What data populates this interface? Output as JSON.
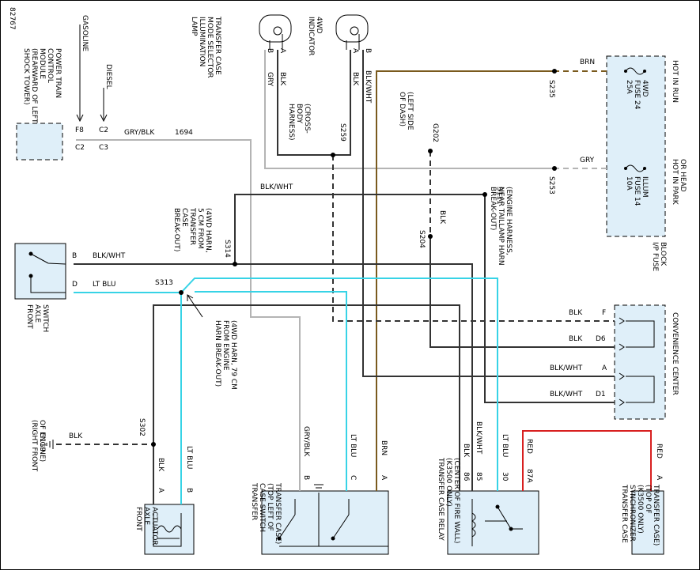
{
  "figure_id": "82767",
  "components": {
    "pcm": [
      "POWER TRAIN",
      "CONTROL",
      "MODULE",
      "(REARWARD OF LEFT",
      "SHOCK TOWER)"
    ],
    "illum_lamp": [
      "TRANSFER CASE",
      "MODE SELECTOR",
      "ILLUMINATION",
      "LAMP"
    ],
    "indicator_4wd": [
      "4WD",
      "INDICATOR"
    ],
    "ip_fuse_block": [
      "I/P FUSE",
      "BLOCK"
    ],
    "hot_in_run": [
      "HOT IN RUN"
    ],
    "hot_in_park": [
      "HOT IN PARK",
      "OR HEAD"
    ],
    "fuse_24": [
      "4WD",
      "FUSE 24",
      "25A"
    ],
    "fuse_14": [
      "ILLUM",
      "FUSE 14",
      "10A"
    ],
    "front_axle_switch": [
      "FRONT",
      "AXLE",
      "SWITCH"
    ],
    "convenience_center": [
      "CONVENIENCE CENTER"
    ],
    "front_axle_actuator": [
      "FRONT",
      "AXLE",
      "ACTUATOR"
    ],
    "tc_switch": [
      "TRANSFER",
      "CASE SWITCH",
      "(TOP LEFT OF",
      "TRANSFER CASE)"
    ],
    "tc_relay": [
      "TRANSFER CASE RELAY",
      "(K3500 ONLY)",
      "(CENTER OF FIRE WALL)"
    ],
    "tc_sync": [
      "TRANSFER CASE",
      "SYNCHRONIZER",
      "(K3500 ONLY)",
      "(TOP OF",
      "TRANSFER CASE)"
    ]
  },
  "splices": {
    "s259": "S259",
    "s259_note": [
      "(CROSS-",
      "BODY",
      "HARNESS)"
    ],
    "s235": "S235",
    "s253": "S253",
    "g202": "G202",
    "g202_note": [
      "(LEFT SIDE",
      "OF DASH)"
    ],
    "s204": "S204",
    "s111": "S111",
    "s111_note": [
      "(ENGINE HARNESS,",
      "NEAR TAILLAMP HARN",
      "BREAK-OUT)"
    ],
    "s314": "S314",
    "s314_note": [
      "(4WD HARN,",
      "5 CM FROM",
      "TRANSFER",
      "CASE",
      "BREAK-OUT)"
    ],
    "s313": "S313",
    "s313_note": [
      "(4WD HARN, 79 CM",
      "FROM ENGINE",
      "HARN BREAK-OUT)"
    ],
    "s302": "S302",
    "g119": "G119",
    "g119_note": [
      "(RIGHT FRONT",
      "OF ENGINE)"
    ]
  },
  "wires": {
    "gasoline": "GASOLINE",
    "diesel": "DIESEL",
    "f8": "F8",
    "c2a": "C2",
    "c2b": "C2",
    "c3": "C3",
    "gry_blk": "GRY/BLK",
    "circuit_1694": "1694",
    "blk_wht": "BLK/WHT",
    "brn": "BRN",
    "gry": "GRY",
    "blk": "BLK",
    "lt_blu": "LT BLU",
    "red": "RED",
    "pin_a": "A",
    "pin_b": "B",
    "pin_c": "C",
    "pin_d": "D",
    "pin_f": "F",
    "pin_d1": "D1",
    "pin_d6": "D6",
    "pin_86": "86",
    "pin_85": "85",
    "pin_30": "30",
    "pin_87a": "87A"
  },
  "colors": {
    "black": "#333333",
    "gray": "#b4b4b4",
    "brown": "#7a5a1e",
    "light_blue": "#37d3e6",
    "red": "#d82020",
    "component_fill": "#dfeff9"
  }
}
